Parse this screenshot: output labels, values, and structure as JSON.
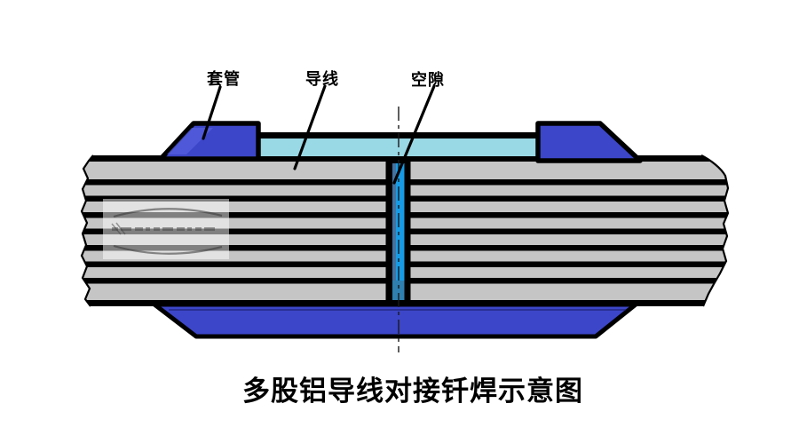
{
  "title": "多股铝导线对接钎焊示意图",
  "labels": {
    "sleeve": "套管",
    "wire": "导线",
    "gap": "空隙"
  },
  "colors": {
    "background": "#FFFFFF",
    "sleeve_blue": "#3C46C8",
    "sleeve_highlight": "#5560DE",
    "solder_cyan": "#99D8E5",
    "gap_blue": "#189BE4",
    "gap_blue_dark": "#44719E",
    "gap_blue_bottom": "#2F7FB0",
    "strand_gray": "#C5C5C5",
    "outline": "#000000"
  }
}
